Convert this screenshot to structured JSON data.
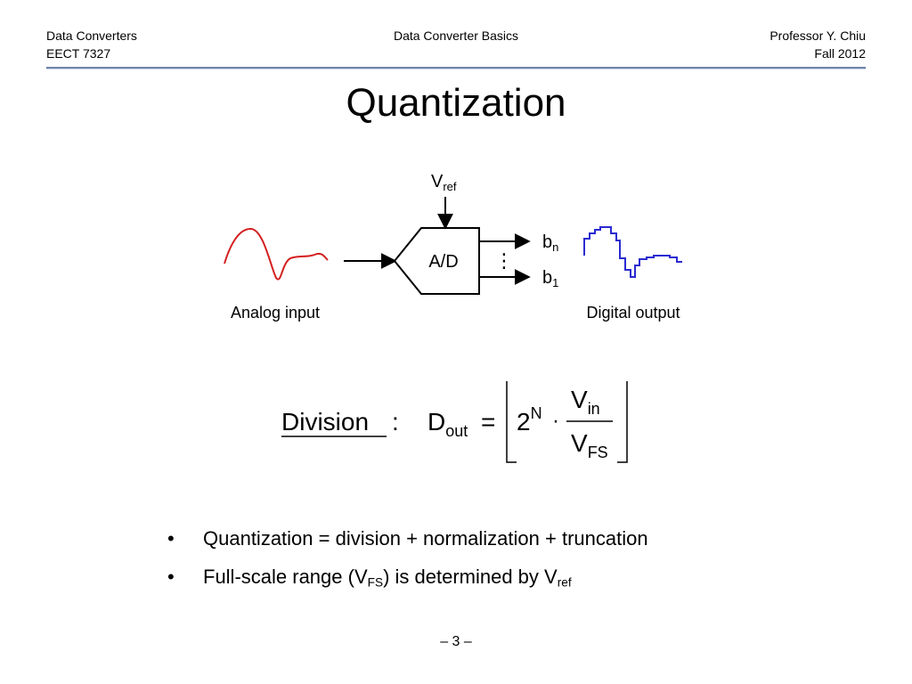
{
  "header": {
    "course": "Data Converters",
    "course_code": "EECT 7327",
    "topic": "Data Converter Basics",
    "professor": "Professor Y. Chiu",
    "term": "Fall 2012"
  },
  "slide": {
    "title": "Quantization",
    "page_number": "– 3 –"
  },
  "diagram": {
    "vref_main": "V",
    "vref_sub": "ref",
    "block_label": "A/D",
    "bn_main": "b",
    "bn_sub": "n",
    "b1_main": "b",
    "b1_sub": "1",
    "dots": "⋮",
    "analog_label": "Analog input",
    "digital_label": "Digital output",
    "colors": {
      "analog": "#d42020",
      "digital": "#2a2ad0",
      "line": "#000000"
    }
  },
  "equation": {
    "label": "Division",
    "colon": ":",
    "lhs_main": "D",
    "lhs_sub": "out",
    "equals": "=",
    "base": "2",
    "exponent": "N",
    "dot": "·",
    "num_main": "V",
    "num_sub": "in",
    "den_main": "V",
    "den_sub": "FS"
  },
  "bullets": [
    {
      "text": "Quantization = division + normalization + truncation"
    },
    {
      "pre": "Full-scale range (V",
      "sub1": "FS",
      "mid": ") is determined by V",
      "sub2": "ref"
    }
  ],
  "bullet_symbol": "•"
}
